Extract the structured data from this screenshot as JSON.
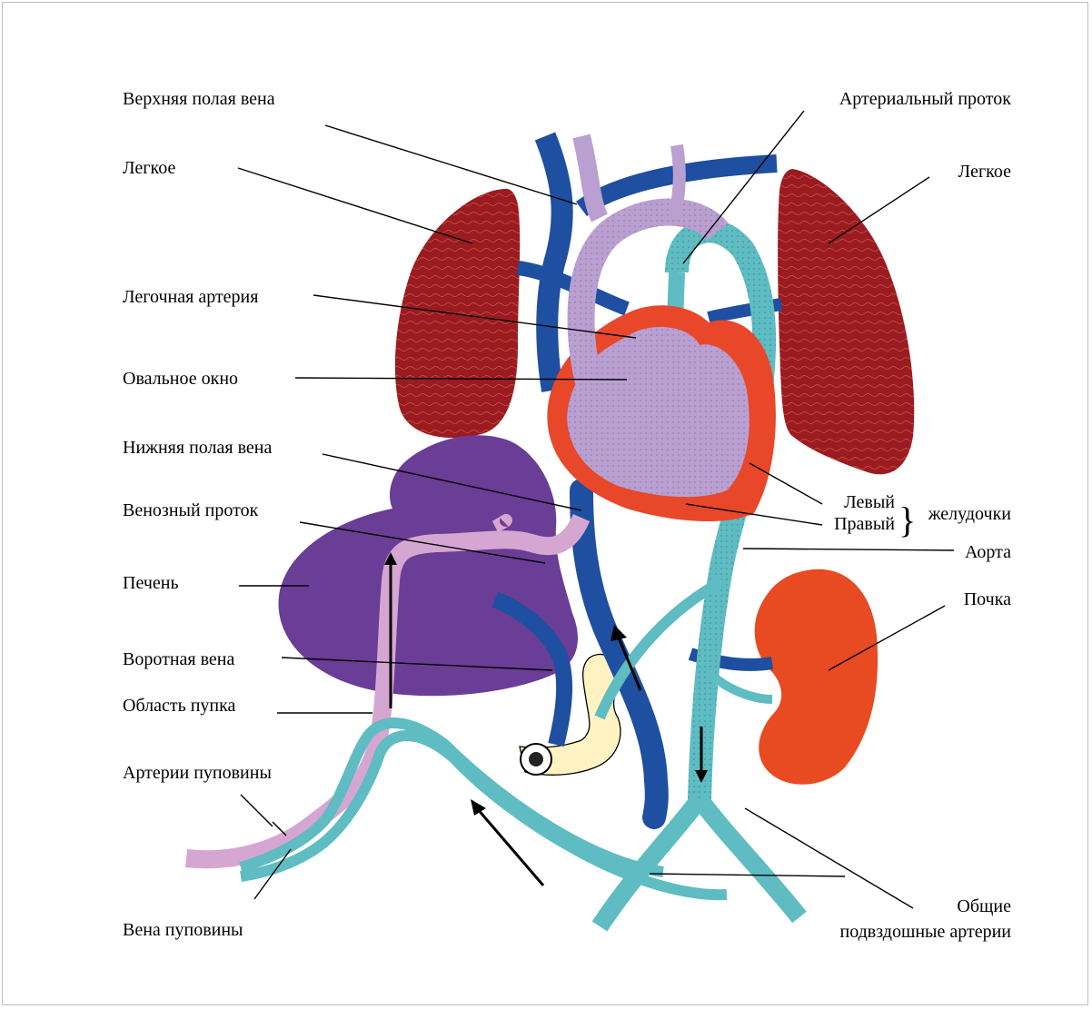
{
  "diagram": {
    "labels_left": {
      "svc": "Верхняя полая вена",
      "lung_left": "Легкое",
      "pulm_artery": "Легочная артерия",
      "foramen_ovale": "Овальное окно",
      "ivc": "Нижняя полая вена",
      "ductus_venosus": "Венозный проток",
      "liver": "Печень",
      "portal_vein": "Воротная вена",
      "navel": "Область пупка",
      "umb_arteries": "Артерии пуповины",
      "umb_vein": "Вена пуповины"
    },
    "labels_right": {
      "ductus_arteriosus": "Артериальный проток",
      "lung_right": "Легкое",
      "left_ventricle": "Левый",
      "right_ventricle": "Правый",
      "ventricles": "желудочки",
      "aorta": "Аорта",
      "kidney": "Почка",
      "iliac_line1": "Общие",
      "iliac_line2": "подвздошные артерии"
    },
    "colors": {
      "lung": "#9b1b22",
      "liver": "#6a3d96",
      "heart": "#e8472a",
      "kidney": "#e84a22",
      "vein_blue": "#1e4fa0",
      "aorta_teal": "#5fbcc2",
      "mixed_lilac": "#b9a0d0",
      "umb_vein_pink": "#d6a6d2",
      "intestine": "#fff3c4"
    }
  }
}
